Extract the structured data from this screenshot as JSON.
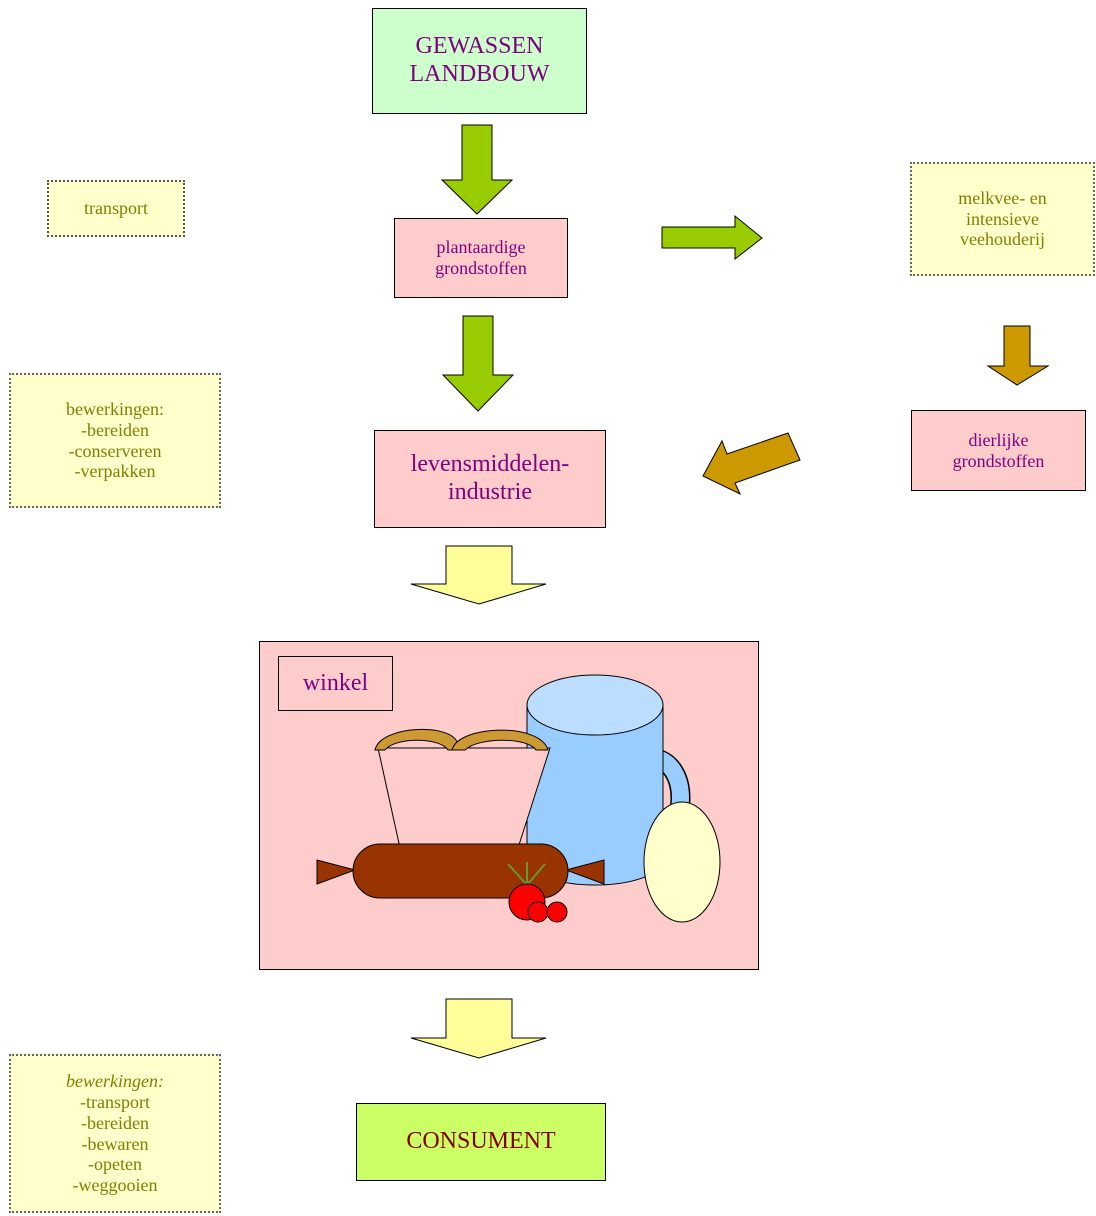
{
  "nodes": {
    "gewassen": {
      "lines": [
        "GEWASSEN",
        "LANDBOUW"
      ]
    },
    "plantaardig": {
      "lines": [
        "plantaardige",
        "grondstoffen"
      ]
    },
    "transport_note": {
      "lines": [
        "transport"
      ]
    },
    "veehouderij": {
      "lines": [
        "melkvee- en",
        "intensieve",
        "veehouderij"
      ]
    },
    "bewerkingen_industrie": {
      "title": "bewerkingen:",
      "lines": [
        "-bereiden",
        "-conserveren",
        "-verpakken"
      ]
    },
    "industrie": {
      "lines": [
        "levensmiddelen-",
        "industrie"
      ]
    },
    "dierlijk": {
      "lines": [
        "dierlijke",
        "grondstoffen"
      ]
    },
    "winkel": {
      "label": "winkel"
    },
    "bewerkingen_consument": {
      "title": "bewerkingen:",
      "lines": [
        "-transport",
        "-bereiden",
        "-bewaren",
        "-opeten",
        "-weggooien"
      ]
    },
    "consument": {
      "label": "CONSUMENT"
    }
  },
  "colors": {
    "green_arrow": "#99cc00",
    "brown_arrow": "#cc9900",
    "yellow_arrow": "#ffff99",
    "pink_box": "#ffcccc",
    "green_box": "#ccffcc",
    "note_box": "#ffffcc",
    "consument_box": "#ccff66",
    "purple_text": "#800080",
    "olive_text": "#808000",
    "maroon_text": "#800000"
  },
  "illustration": {
    "items": [
      "bread",
      "mug",
      "sausage",
      "tomatoes",
      "egg"
    ]
  }
}
